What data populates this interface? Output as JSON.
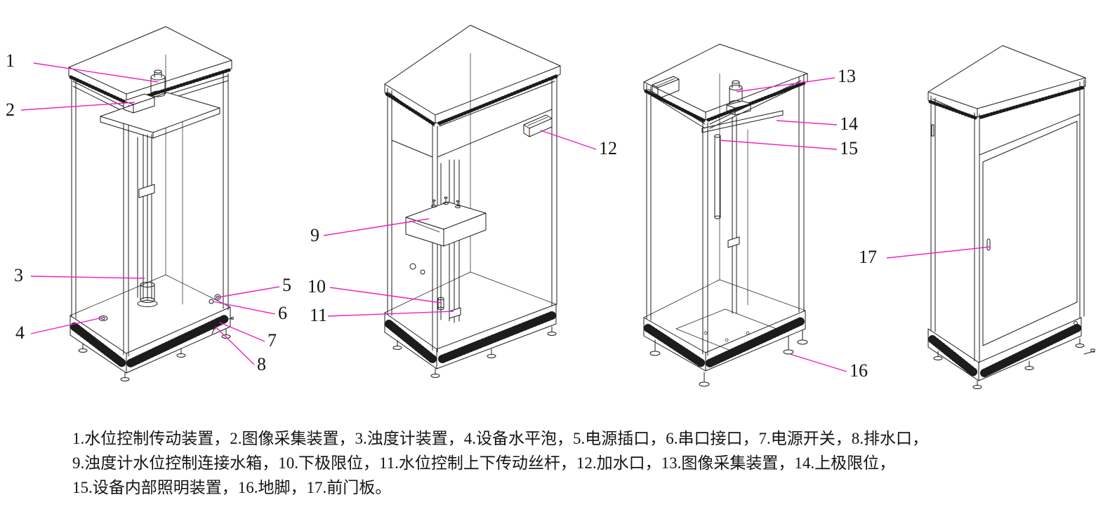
{
  "callouts": [
    {
      "label": "1"
    },
    {
      "label": "2"
    },
    {
      "label": "3"
    },
    {
      "label": "4"
    },
    {
      "label": "5"
    },
    {
      "label": "6"
    },
    {
      "label": "7"
    },
    {
      "label": "8"
    },
    {
      "label": "9"
    },
    {
      "label": "10"
    },
    {
      "label": "11"
    },
    {
      "label": "12"
    },
    {
      "label": "13"
    },
    {
      "label": "14"
    },
    {
      "label": "15"
    },
    {
      "label": "16"
    },
    {
      "label": "17"
    }
  ],
  "figure_caption": {
    "lines": [
      "1.水位控制传动装置，2.图像采集装置，3.浊度计装置，4.设备水平泡，5.电源插口，6.串口接口，7.电源开关，8.排水口，",
      "9.浊度计水位控制连接水箱，10.下极限位，11.水位控制上下传动丝杆，12.加水口，13.图像采集装置，14.上极限位，",
      "15.设备内部照明装置，16.地脚，17.前门板。"
    ]
  },
  "parts": [
    {
      "num": "1",
      "name": "水位控制传动装置"
    },
    {
      "num": "2",
      "name": "图像采集装置"
    },
    {
      "num": "3",
      "name": "浊度计装置"
    },
    {
      "num": "4",
      "name": "设备水平泡"
    },
    {
      "num": "5",
      "name": "电源插口"
    },
    {
      "num": "6",
      "name": "串口接口"
    },
    {
      "num": "7",
      "name": "电源开关"
    },
    {
      "num": "8",
      "name": "排水口"
    },
    {
      "num": "9",
      "name": "浊度计水位控制连接水箱"
    },
    {
      "num": "10",
      "name": "下极限位"
    },
    {
      "num": "11",
      "name": "水位控制上下传动丝杆"
    },
    {
      "num": "12",
      "name": "加水口"
    },
    {
      "num": "13",
      "name": "图像采集装置"
    },
    {
      "num": "14",
      "name": "上极限位"
    },
    {
      "num": "15",
      "name": "设备内部照明装置"
    },
    {
      "num": "16",
      "name": "地脚"
    },
    {
      "num": "17",
      "name": "前门板"
    }
  ],
  "colors": {
    "leader_line": "#ee20c0",
    "drawing_stroke": "#1c1c1c",
    "background": "#ffffff"
  }
}
